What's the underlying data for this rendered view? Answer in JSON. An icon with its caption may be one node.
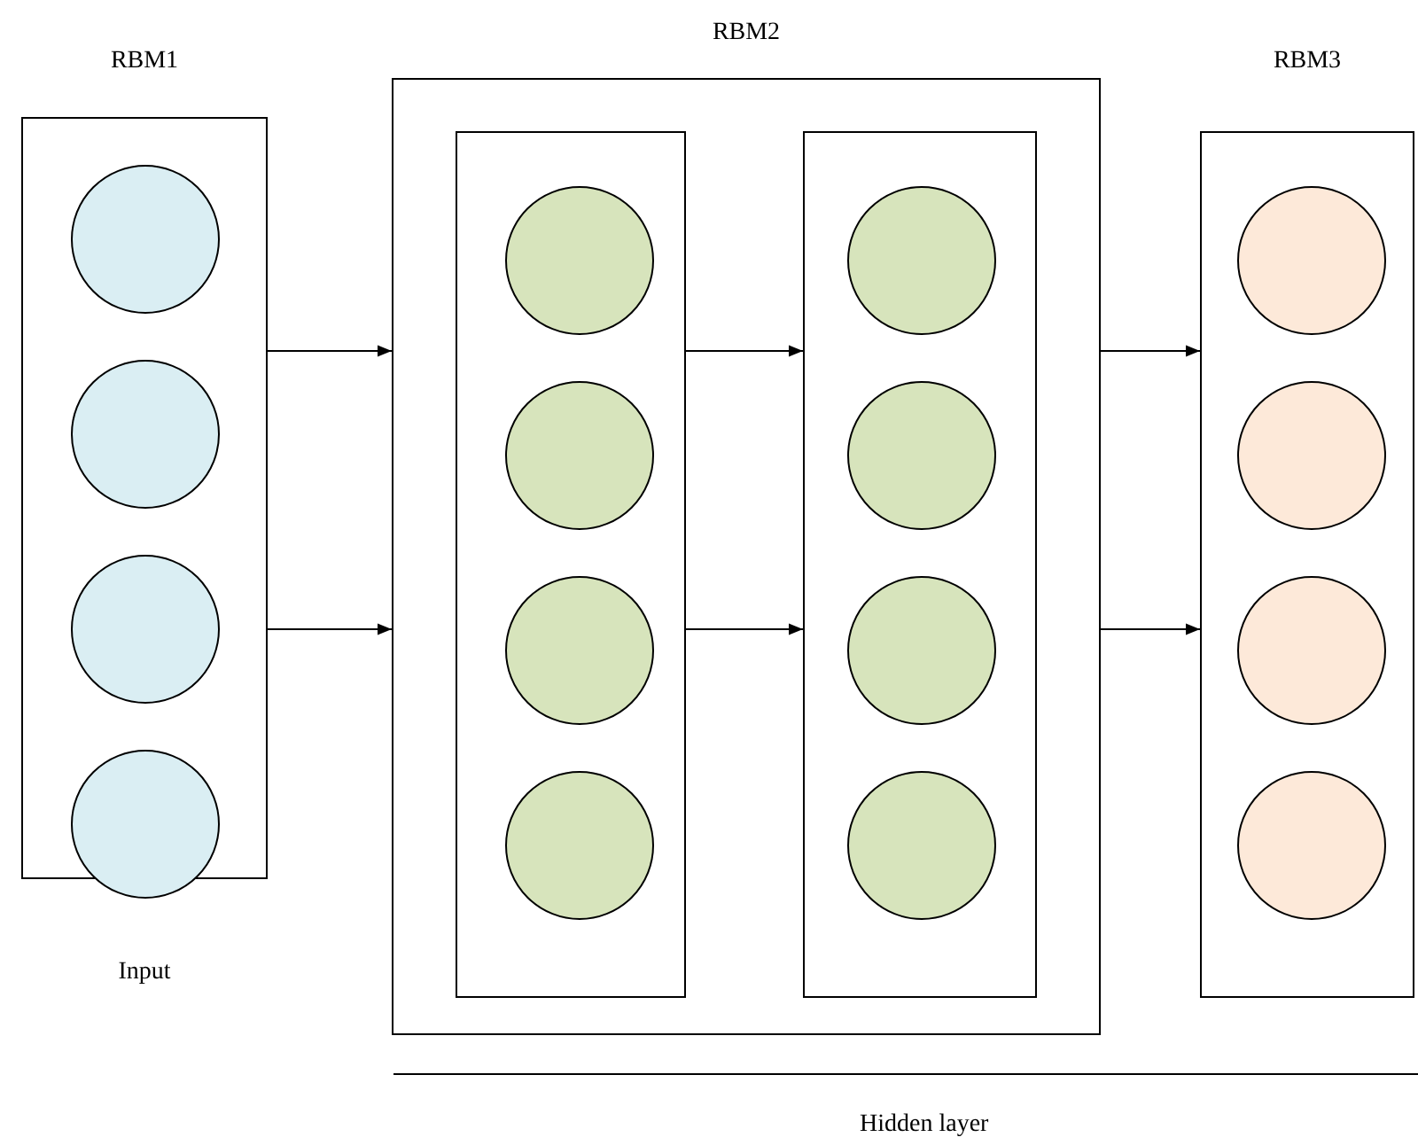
{
  "diagram": {
    "nodes": [
      {
        "text": [
          "RBM1"
        ],
        "beside": [
          "Input"
        ]
      },
      {
        "text": [],
        "shape": "circle",
        "in": 0
      },
      {
        "text": [],
        "shape": "circle",
        "in": 0
      },
      {
        "text": [],
        "shape": "circle",
        "in": 0
      },
      {
        "text": [],
        "shape": "circle",
        "in": 0
      },
      {
        "text": [
          "RBM2"
        ]
      },
      {
        "text": [],
        "shape": "box",
        "in": 5
      },
      {
        "text": [],
        "shape": "circle",
        "in": 6
      },
      {
        "text": [],
        "shape": "circle",
        "in": 6
      },
      {
        "text": [],
        "shape": "circle",
        "in": 6
      },
      {
        "text": [],
        "shape": "circle",
        "in": 6
      },
      {
        "text": [],
        "shape": "box",
        "in": 5
      },
      {
        "text": [],
        "shape": "circle",
        "in": 11
      },
      {
        "text": [],
        "shape": "circle",
        "in": 11
      },
      {
        "text": [],
        "shape": "circle",
        "in": 11
      },
      {
        "text": [],
        "shape": "circle",
        "in": 11
      },
      {
        "text": [
          "RBM3"
        ]
      },
      {
        "text": [],
        "shape": "circle",
        "in": 16
      },
      {
        "text": [],
        "shape": "circle",
        "in": 16
      },
      {
        "text": [],
        "shape": "circle",
        "in": 16
      },
      {
        "text": [],
        "shape": "circle",
        "in": 16
      }
    ],
    "edges": [
      {
        "from": 0,
        "to": 5,
        "arrow": "to"
      },
      {
        "from": 0,
        "to": 5,
        "arrow": "to"
      },
      {
        "from": 6,
        "to": 11,
        "arrow": "to"
      },
      {
        "from": 6,
        "to": 11,
        "arrow": "to"
      },
      {
        "from": 5,
        "to": 16,
        "arrow": "to"
      },
      {
        "from": 5,
        "to": 16,
        "arrow": "to"
      }
    ],
    "labels": [
      "Hidden layer"
    ]
  }
}
